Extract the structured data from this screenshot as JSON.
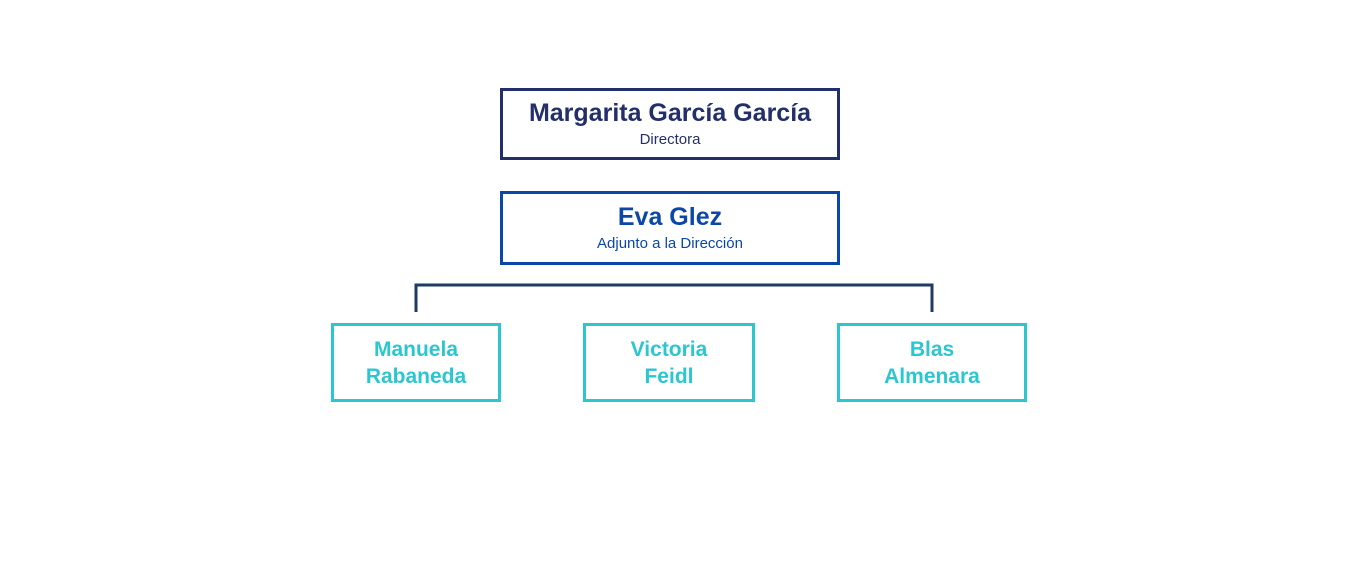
{
  "colors": {
    "director": "#232F6B",
    "deputy": "#0B47A8",
    "staff": "#2BC6D0",
    "connector": "#1F3B63"
  },
  "director": {
    "name": "Margarita García García",
    "role": "Directora"
  },
  "deputy": {
    "name": "Eva Glez",
    "role": "Adjunto a la Dirección"
  },
  "staff": [
    {
      "first": "Manuela",
      "last": "Rabaneda"
    },
    {
      "first": "Victoria",
      "last": "Feidl"
    },
    {
      "first": "Blas",
      "last": "Almenara"
    }
  ]
}
